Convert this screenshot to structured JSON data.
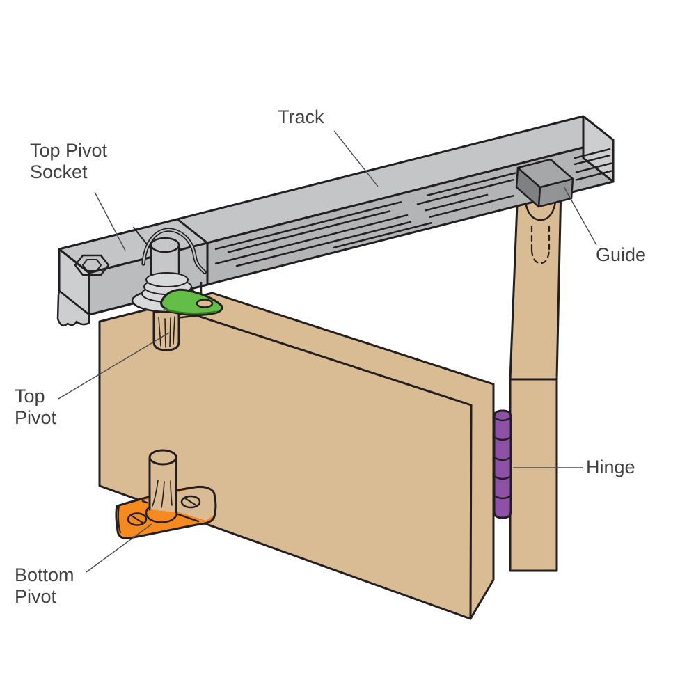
{
  "labels": {
    "track": {
      "text": "Track"
    },
    "top_pivot_socket": {
      "lines": [
        "Top Pivot",
        "Socket"
      ]
    },
    "guide": {
      "text": "Guide"
    },
    "top_pivot": {
      "lines": [
        "Top",
        "Pivot"
      ]
    },
    "hinge": {
      "text": "Hinge"
    },
    "bottom_pivot": {
      "lines": [
        "Bottom",
        "Pivot"
      ]
    }
  },
  "colors": {
    "background": "#ffffff",
    "outline": "#231f20",
    "label_text": "#414042",
    "leader_line": "#4a4a4c",
    "wood": "#d9bb94",
    "track_top": "#c4c5c7",
    "track_front": "#b3b4b6",
    "track_cap": "#cdced0",
    "block_front": "#bbbcbe",
    "cylinder": "#c6c7c9",
    "guide_top": "#a6a7a9",
    "guide_front": "#939496",
    "guide_side": "#7f8082",
    "washer": "#d8d9db",
    "top_pivot_bracket_green": "#64bd46",
    "bottom_pivot_orange": "#f6891f",
    "hinge_purple": "#8d51a5"
  }
}
